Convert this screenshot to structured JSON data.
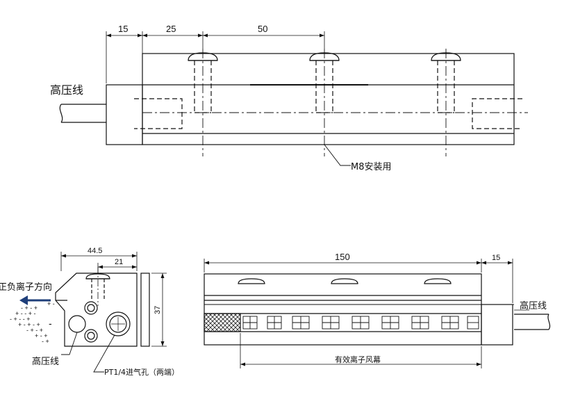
{
  "top_view": {
    "dims": {
      "d1": "15",
      "d2": "25",
      "d3": "50"
    },
    "label_hv": "高压线",
    "label_mount": "M8安装用"
  },
  "side_view": {
    "dims": {
      "width": "44.5",
      "offset": "21",
      "height": "37"
    },
    "label_direction": "正负离子方向",
    "label_hv": "高压线",
    "label_port": "PT1/4进气孔（两端）"
  },
  "front_view": {
    "dims": {
      "length": "150",
      "ext": "15"
    },
    "label_hv": "高压线",
    "label_curtain": "有效离子风幕"
  }
}
